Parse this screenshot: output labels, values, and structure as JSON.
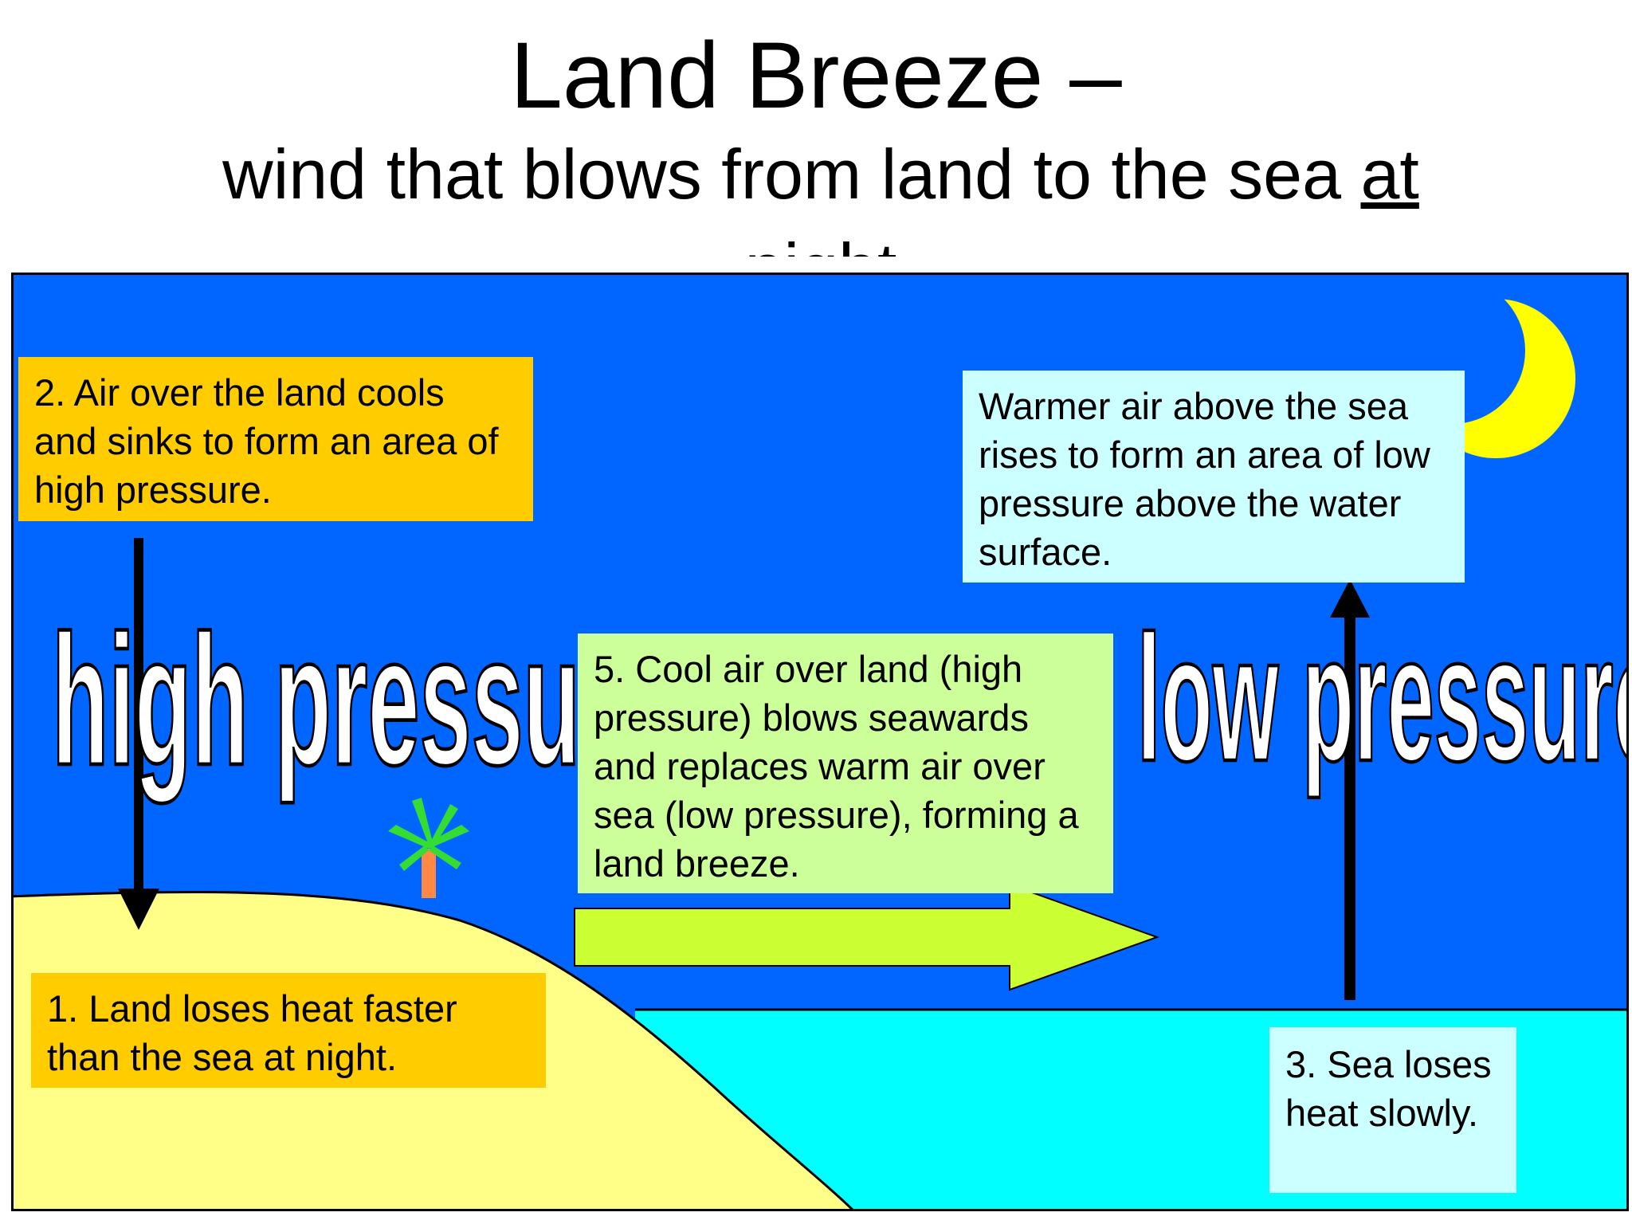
{
  "title": "Land Breeze –",
  "subtitle_main": "wind that blows from land to the sea ",
  "subtitle_underlined": "at",
  "subtitle_cutoff": "night",
  "labels": {
    "high": "high pressure",
    "low": "low pressure"
  },
  "boxes": {
    "step2": "2. Air over the land cools and sinks to form an area of high pressure.",
    "step1": "1. Land loses heat faster than the sea at night.",
    "step5": "5. Cool air over land (high pressure) blows seawards and replaces warm air over sea (low pressure), forming a land breeze.",
    "warm_air": "Warmer air above the sea rises to form an area of low pressure above the water surface.",
    "step3": "3. Sea loses heat slowly."
  },
  "colors": {
    "sky": "#0066ff",
    "sea": "#00ffff",
    "land": "#ffff88",
    "orange_box": "#ffcc00",
    "light_box": "#ccffff",
    "green_box": "#ccff99",
    "arrow_green": "#ccff33",
    "moon": "#ffff00",
    "palm_leaves": "#33dd33",
    "palm_trunk": "#ff8844"
  },
  "icons": [
    "moon-icon",
    "palm-tree-icon",
    "sinking-air-arrow",
    "rising-air-arrow",
    "land-breeze-arrow"
  ]
}
